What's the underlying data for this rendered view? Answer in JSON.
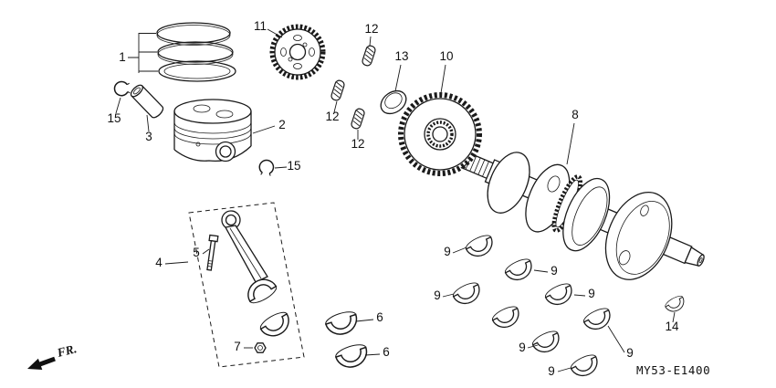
{
  "diagram_code": "MY53-E1400",
  "direction_label": "FR.",
  "callouts": [
    "1",
    "15",
    "3",
    "2",
    "15",
    "11",
    "12",
    "12",
    "12",
    "13",
    "10",
    "8",
    "4",
    "5",
    "7",
    "6",
    "6",
    "14",
    "9",
    "9",
    "9",
    "9",
    "9",
    "9",
    "9"
  ]
}
